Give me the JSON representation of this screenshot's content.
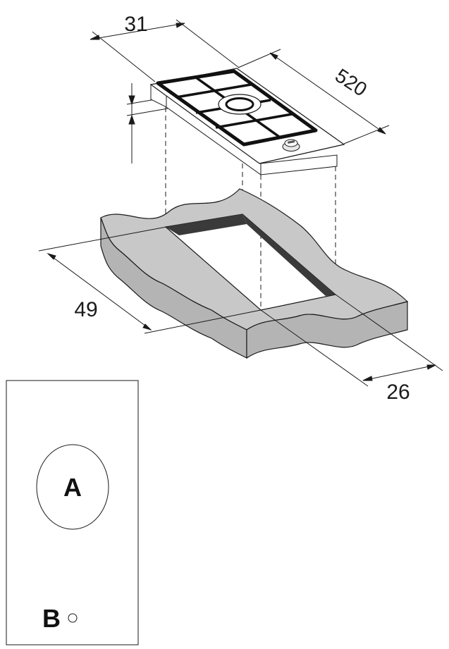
{
  "dimensions": {
    "hob_width": "31",
    "hob_depth": "520",
    "cutout_depth": "49",
    "cutout_width": "26"
  },
  "layout_key": {
    "burner_label": "A",
    "knob_label": "B"
  },
  "colors": {
    "line": "#1a1a1a",
    "counter_fill": "#c8c8c8",
    "counter_side": "#b4b4b4",
    "cutout_wall": "#3a3a3a",
    "hob_fill": "#ffffff"
  }
}
